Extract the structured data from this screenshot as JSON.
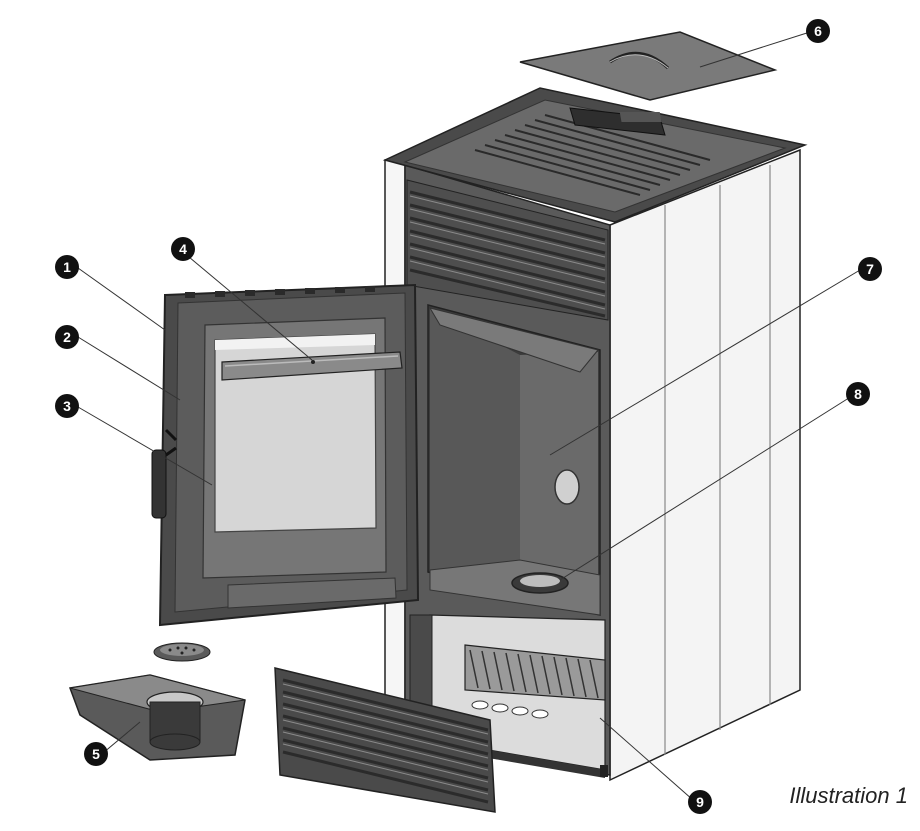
{
  "caption": "Illustration 1",
  "callouts": [
    {
      "number": "1",
      "part": "door"
    },
    {
      "number": "2",
      "part": "door-gasket"
    },
    {
      "number": "3",
      "part": "door-glass"
    },
    {
      "number": "4",
      "part": "glass-deflector"
    },
    {
      "number": "5",
      "part": "ash-tray"
    },
    {
      "number": "6",
      "part": "top-lid"
    },
    {
      "number": "7",
      "part": "combustion-chamber"
    },
    {
      "number": "8",
      "part": "burn-pot"
    },
    {
      "number": "9",
      "part": "fan"
    }
  ],
  "colors": {
    "dark_metal": "#3a3a3a",
    "mid_metal": "#6e6e6e",
    "light_panel": "#f4f4f4",
    "glass": "#d8d8d8",
    "outline": "#222222",
    "callout_fill": "#111111"
  }
}
